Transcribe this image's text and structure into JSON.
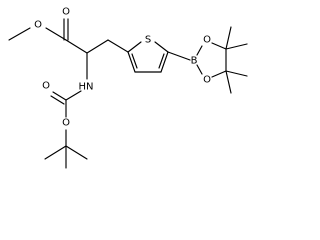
{
  "molecule": {
    "atoms": {
      "o_methoxy": "O",
      "o_ester_carbonyl": "O",
      "s_thiophene": "S",
      "o_dioxaborolane_top": "O",
      "b_boron": "B",
      "o_dioxaborolane_bottom": "O",
      "nh": "HN",
      "o_carbamate_carbonyl": "O",
      "o_carbamate_ester": "O"
    }
  }
}
